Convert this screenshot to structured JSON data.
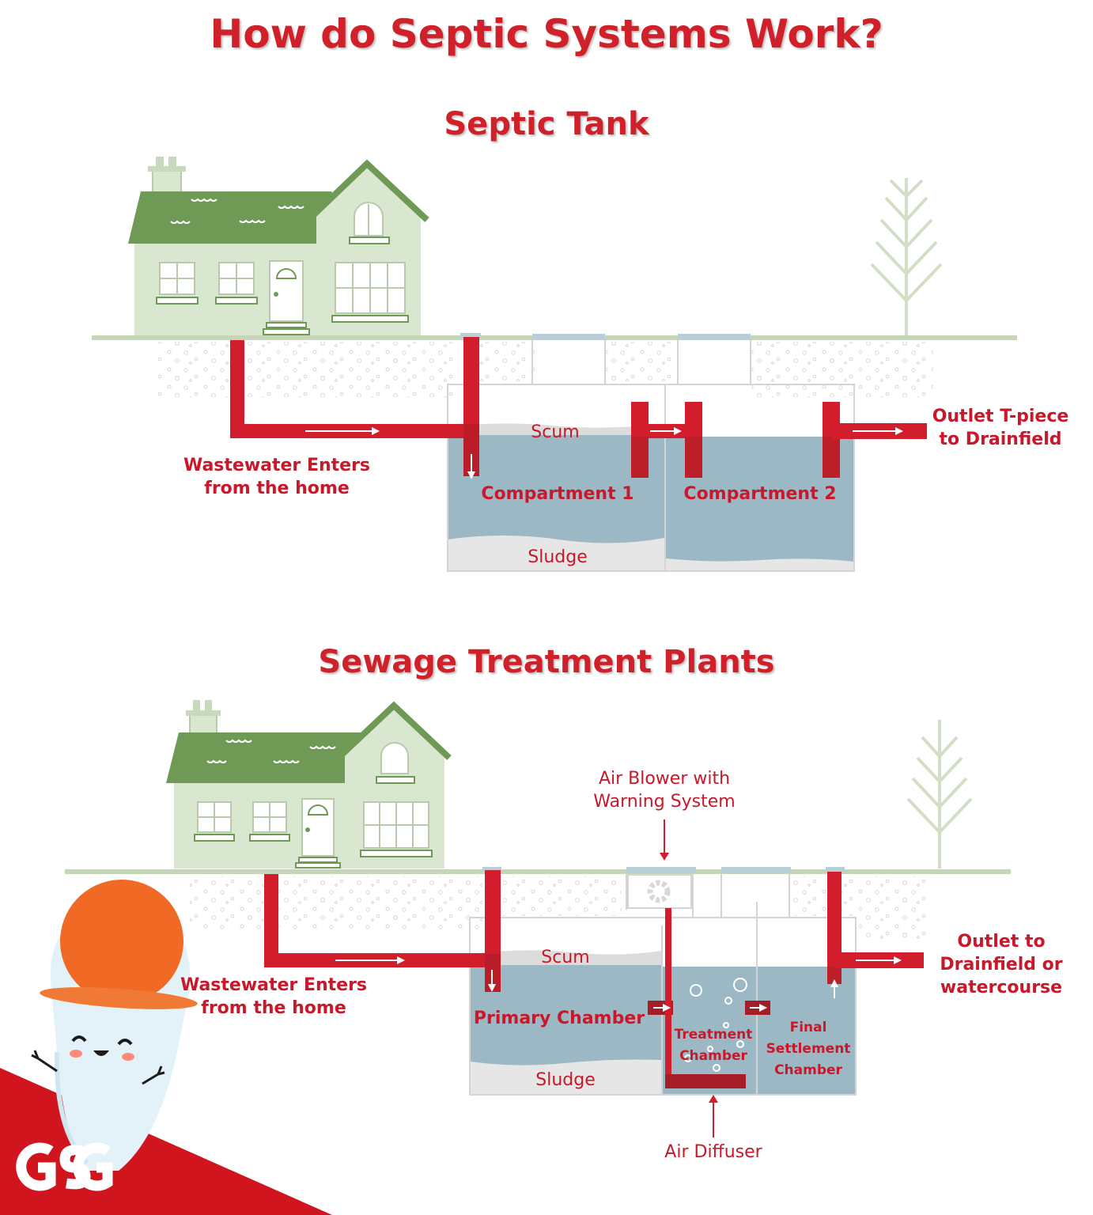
{
  "title": "How do Septic Systems Work?",
  "colors": {
    "accent": "#d0202a",
    "pipe": "#d21e2c",
    "pipe_dark": "#9e1b25",
    "water": "#9db8c5",
    "house_light": "#d9e6d0",
    "roof": "#6e9a55",
    "ground": "#c4d6b8",
    "orange": "#f06a25"
  },
  "septic_tank": {
    "heading": "Septic Tank",
    "label_inlet": "Wastewater Enters\nfrom the home",
    "label_scum": "Scum",
    "label_compartment1": "Compartment 1",
    "label_compartment2": "Compartment 2",
    "label_sludge": "Sludge",
    "label_outlet": "Outlet T-piece\nto Drainfield"
  },
  "treatment_plant": {
    "heading": "Sewage Treatment Plants",
    "label_blower": "Air Blower with\nWarning System",
    "label_inlet": "Wastewater Enters\nfrom the home",
    "label_scum": "Scum",
    "label_primary": "Primary Chamber",
    "label_treatment": "Treatment\nChamber",
    "label_final": "Final\nSettlement\nChamber",
    "label_sludge": "Sludge",
    "label_outlet": "Outlet to\nDrainfield or\nwatercourse",
    "label_diffuser": "Air Diffuser"
  },
  "icons": {
    "mascot": "toilet-mascot-icon",
    "logo": "gsg-logo-icon",
    "house": "house-icon",
    "tree": "tree-icon",
    "blower": "air-blower-icon"
  }
}
